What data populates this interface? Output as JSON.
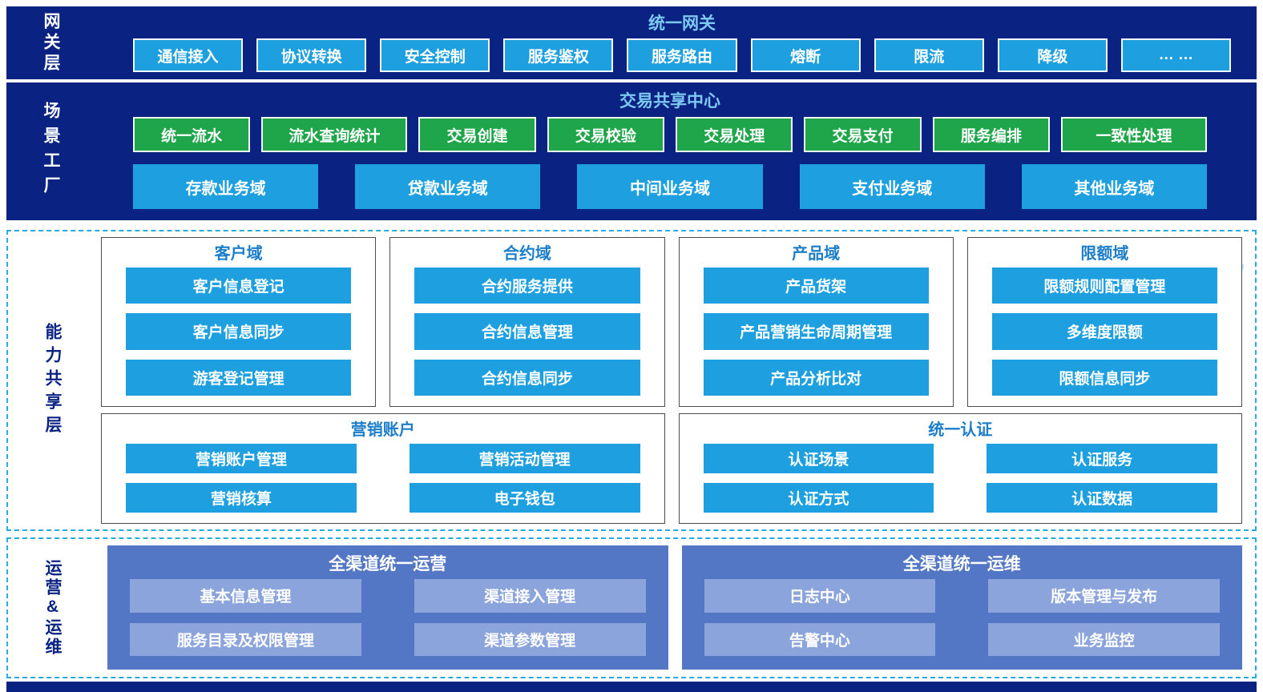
{
  "colors": {
    "navy": "#0a2383",
    "cyan": "#1e9fdf",
    "green": "#1fa54a",
    "lightblue": "#7ec9f2",
    "groupblue": "#1c7ec9",
    "dash": "#29abe2",
    "opsblue": "#5377c5",
    "opslight": "#8ba5dc",
    "boxborder": "#4d4d4d"
  },
  "gateway": {
    "layer_label": "网关层",
    "title": "统一网关",
    "items": [
      "通信接入",
      "协议转换",
      "安全控制",
      "服务鉴权",
      "服务路由",
      "熔断",
      "限流",
      "降级",
      "… …"
    ]
  },
  "scenario": {
    "layer_label": "场景工厂",
    "title": "交易共享中心",
    "services": [
      "统一流水",
      "流水查询统计",
      "交易创建",
      "交易校验",
      "交易处理",
      "交易支付",
      "服务编排",
      "一致性处理"
    ],
    "domains": [
      "存款业务域",
      "贷款业务域",
      "中间业务域",
      "支付业务域",
      "其他业务域"
    ]
  },
  "capability": {
    "layer_label": "能力共享层",
    "groups_row1": [
      {
        "title": "客户域",
        "items": [
          "客户信息登记",
          "客户信息同步",
          "游客登记管理"
        ]
      },
      {
        "title": "合约域",
        "items": [
          "合约服务提供",
          "合约信息管理",
          "合约信息同步"
        ]
      },
      {
        "title": "产品域",
        "items": [
          "产品货架",
          "产品营销生命周期管理",
          "产品分析比对"
        ]
      },
      {
        "title": "限额域",
        "items": [
          "限额规则配置管理",
          "多维度限额",
          "限额信息同步"
        ]
      }
    ],
    "groups_row2": [
      {
        "title": "营销账户",
        "items": [
          "营销账户管理",
          "营销活动管理",
          "营销核算",
          "电子钱包"
        ]
      },
      {
        "title": "统一认证",
        "items": [
          "认证场景",
          "认证服务",
          "认证方式",
          "认证数据"
        ]
      }
    ]
  },
  "operations": {
    "layer_label": "运营&运维",
    "groups": [
      {
        "title": "全渠道统一运营",
        "items": [
          "基本信息管理",
          "渠道接入管理",
          "服务目录及权限管理",
          "渠道参数管理"
        ]
      },
      {
        "title": "全渠道统一运维",
        "items": [
          "日志中心",
          "版本管理与发布",
          "告警中心",
          "业务监控"
        ]
      }
    ]
  }
}
